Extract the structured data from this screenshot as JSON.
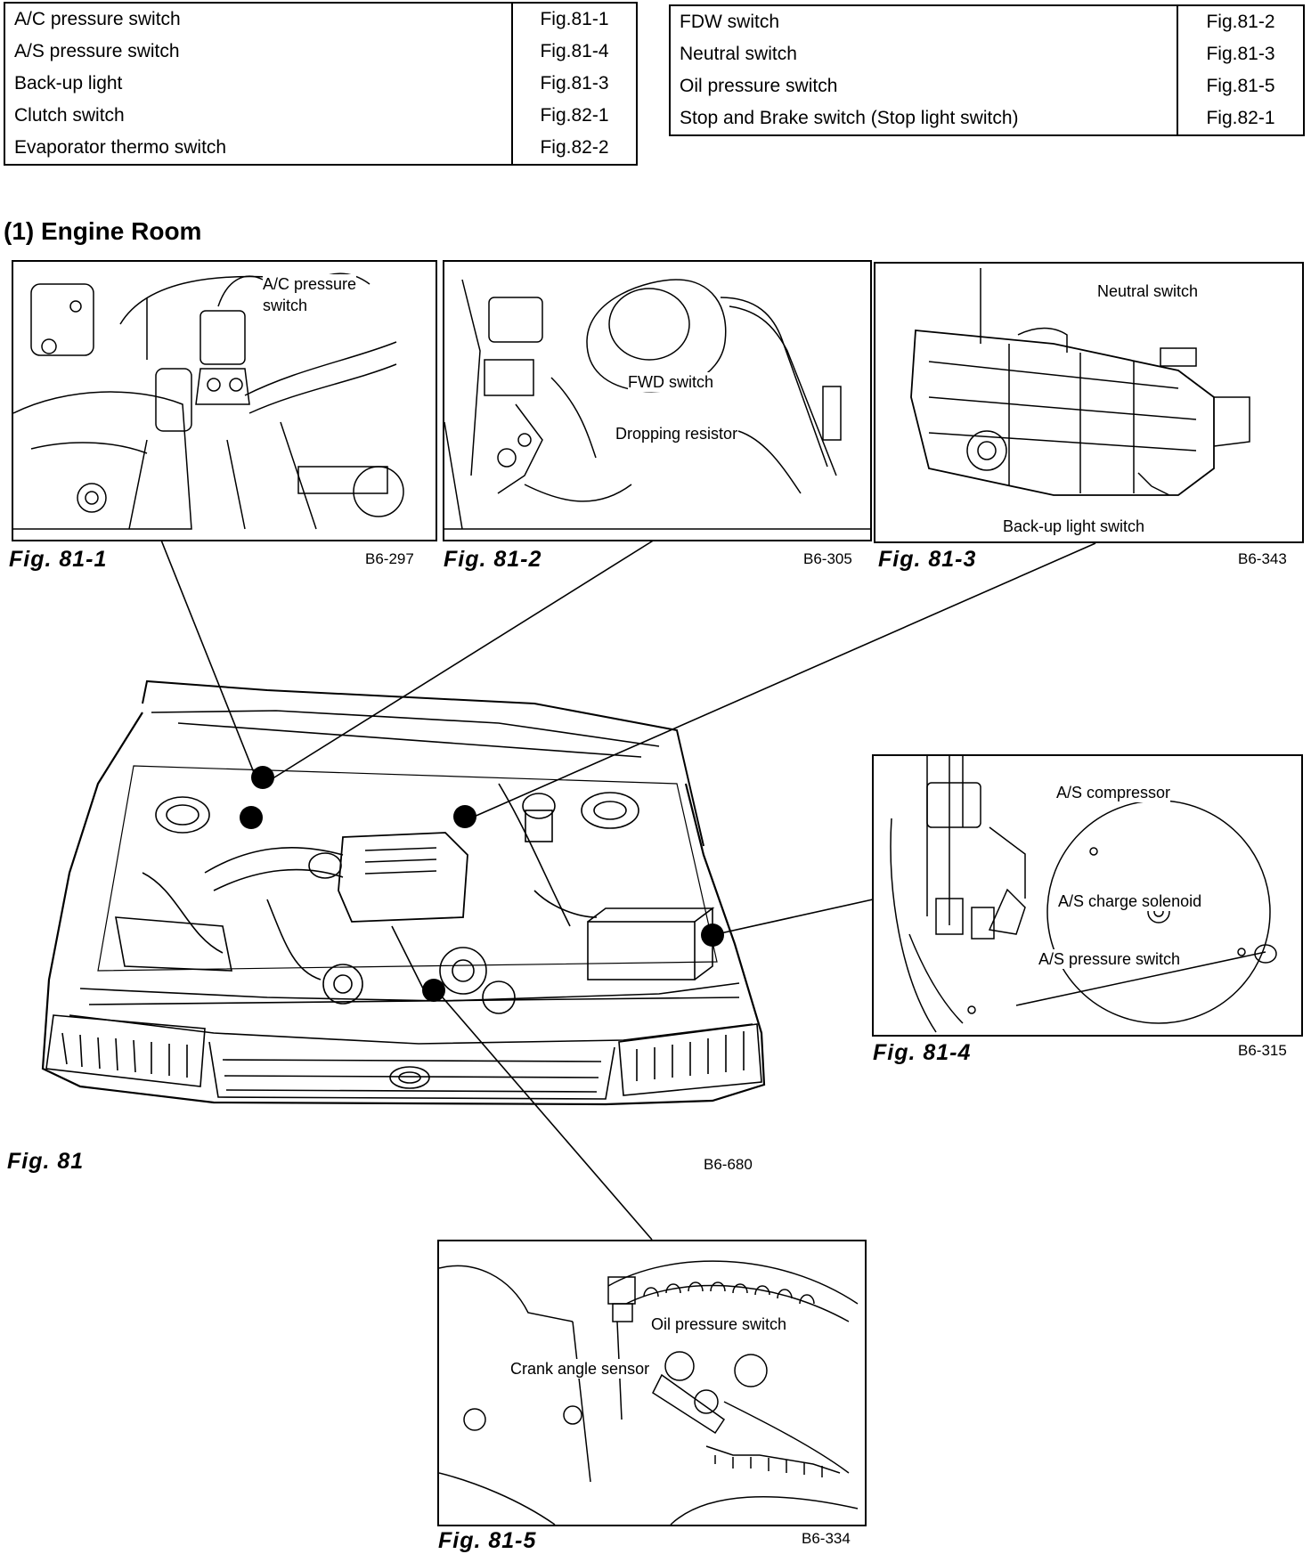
{
  "left_table": [
    {
      "item": "A/C pressure switch",
      "ref": "Fig.81-1"
    },
    {
      "item": "A/S pressure switch",
      "ref": "Fig.81-4"
    },
    {
      "item": "Back-up light",
      "ref": "Fig.81-3"
    },
    {
      "item": "Clutch switch",
      "ref": "Fig.82-1"
    },
    {
      "item": "Evaporator thermo switch",
      "ref": "Fig.82-2"
    }
  ],
  "right_table": [
    {
      "item": "FDW switch",
      "ref": "Fig.81-2"
    },
    {
      "item": "Neutral switch",
      "ref": "Fig.81-3"
    },
    {
      "item": "Oil pressure switch",
      "ref": "Fig.81-5"
    },
    {
      "item": "Stop and Brake switch (Stop light switch)",
      "ref": "Fig.82-1"
    }
  ],
  "section_title": "(1) Engine Room",
  "figures": {
    "fig81_1": {
      "caption": "Fig. 81-1",
      "code": "B6-297",
      "labels": [
        "A/C pressure",
        "switch"
      ]
    },
    "fig81_2": {
      "caption": "Fig. 81-2",
      "code": "B6-305",
      "labels": [
        "FWD switch",
        "Dropping resistor"
      ]
    },
    "fig81_3": {
      "caption": "Fig. 81-3",
      "code": "B6-343",
      "labels": [
        "Neutral switch",
        "Back-up light switch"
      ]
    },
    "fig81_4": {
      "caption": "Fig. 81-4",
      "code": "B6-315",
      "labels": [
        "A/S compressor",
        "A/S charge solenoid",
        "A/S pressure switch"
      ]
    },
    "fig81_5": {
      "caption": "Fig. 81-5",
      "code": "B6-334",
      "labels": [
        "Oil pressure switch",
        "Crank angle sensor"
      ]
    },
    "fig81": {
      "caption": "Fig. 81",
      "code": "B6-680"
    }
  }
}
